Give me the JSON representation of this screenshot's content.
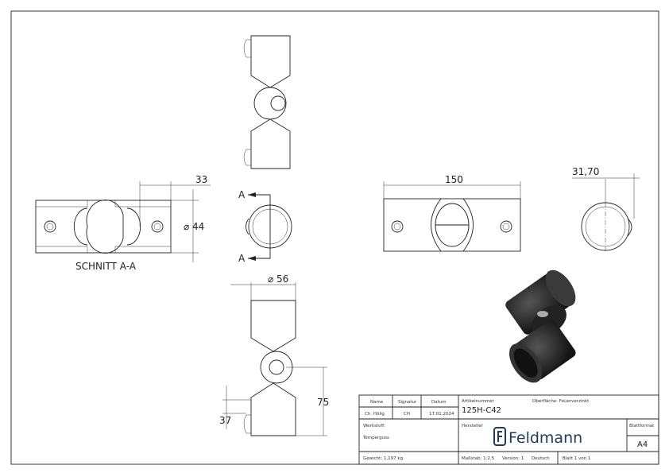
{
  "dimensions": {
    "section_length": "33",
    "section_diameter": "⌀ 44",
    "section_label": "SCHNITT A-A",
    "cut_label_top": "A",
    "cut_label_bottom": "A",
    "front_length": "150",
    "side_width": "31,70",
    "bottom_diameter": "⌀ 56",
    "bottom_height": "75",
    "bottom_offset": "37"
  },
  "title_block": {
    "name_header": "Name",
    "signatur_header": "Signatur",
    "datum_header": "Datum",
    "name": "Ch. Hölig",
    "signatur": "CH",
    "datum": "17.01.2024",
    "artikelnummer_label": "Artikelnummer",
    "artikelnummer": "125H-C42",
    "oberflaeche": "Oberfläche: Feuerverzinkt",
    "werkstoff_label": "Werkstoff:",
    "werkstoff": "Temperguss",
    "hersteller_label": "Hersteller",
    "logo_text": "Feldmann",
    "blattformat_label": "Blattformat",
    "blattformat": "A4",
    "gewicht": "Gewicht: 1,197 kg",
    "massstab": "Maßstab: 1:2,5",
    "version": "Version: 1",
    "sprache": "Deutsch",
    "blatt": "Blatt 1 von 1"
  },
  "colors": {
    "logo": "#1f3a5c",
    "render": "#2a2a2a"
  }
}
